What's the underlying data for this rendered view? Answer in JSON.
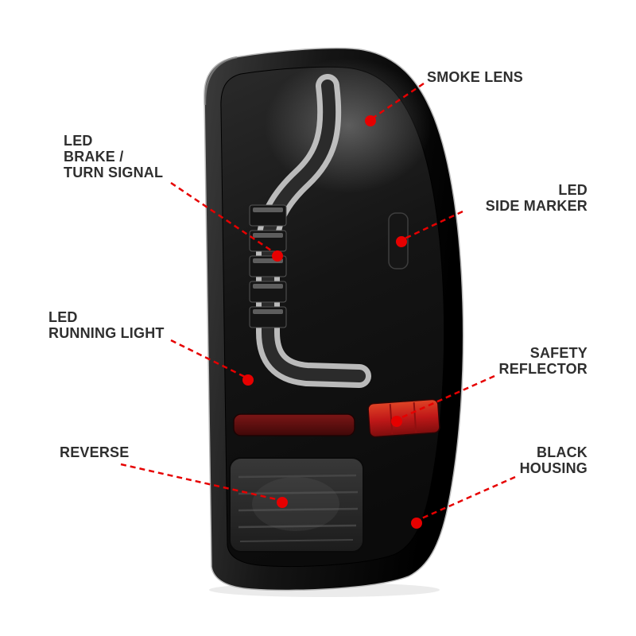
{
  "palette": {
    "background": "#ffffff",
    "callout_red": "#e60000",
    "label_text": "#2f2f2f",
    "housing_black": "#111111",
    "lens_smoke": "#1a1a1a",
    "light_bar_gray": "#c9c9c9",
    "reflector_red": "#c41a1a",
    "dim_reflector_red": "#6e1212"
  },
  "callouts": [
    {
      "id": "smoke-lens",
      "lines": [
        "SMOKE LENS"
      ]
    },
    {
      "id": "led-brake-turn-signal",
      "lines": [
        "LED",
        "BRAKE /",
        "TURN SIGNAL"
      ]
    },
    {
      "id": "led-side-marker",
      "lines": [
        "LED",
        "SIDE MARKER"
      ]
    },
    {
      "id": "led-running-light",
      "lines": [
        "LED",
        "RUNNING LIGHT"
      ]
    },
    {
      "id": "safety-reflector",
      "lines": [
        "SAFETY",
        "REFLECTOR"
      ]
    },
    {
      "id": "reverse",
      "lines": [
        "REVERSE"
      ]
    },
    {
      "id": "black-housing",
      "lines": [
        "BLACK",
        "HOUSING"
      ]
    }
  ]
}
